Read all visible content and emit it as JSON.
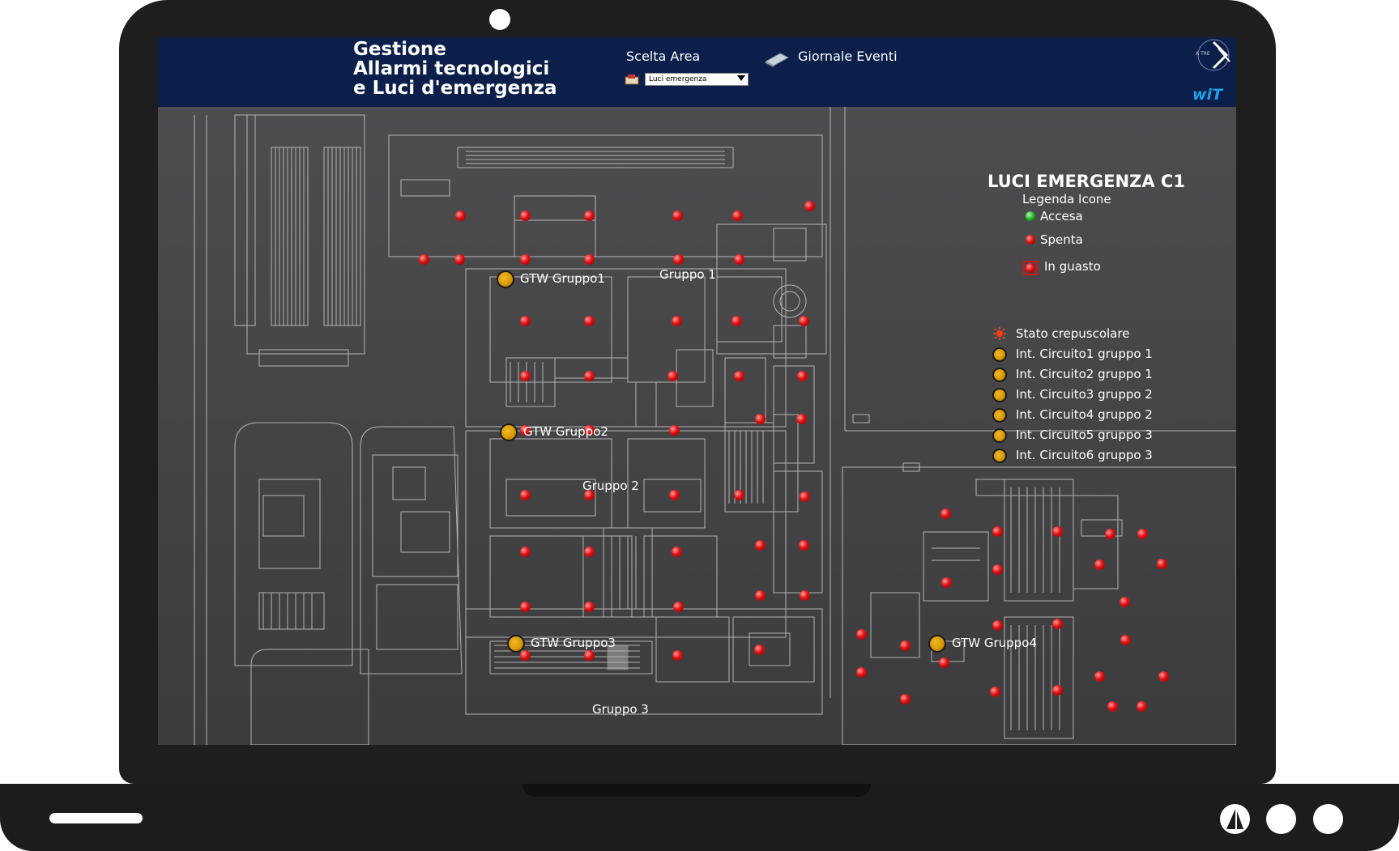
{
  "header": {
    "title_line1": "Gestione",
    "title_line2": "Allarmi tecnologici",
    "title_line3": "e  Luci d'emergenza",
    "area_label": "Scelta Area",
    "area_selected": "Luci emergenza",
    "journal_label": "Giornale Eventi",
    "logo_text": "wiT",
    "logo_small_text": "A TRE"
  },
  "legend": {
    "title": "LUCI EMERGENZA C1",
    "subtitle": "Legenda Icone",
    "accesa": "Accesa",
    "spenta": "Spenta",
    "guasto": "In guasto",
    "crepuscolare": "Stato crepuscolare",
    "circuits": [
      "Int. Circuito1 gruppo 1",
      "Int. Circuito2 gruppo 1",
      "Int. Circuito3 gruppo 2",
      "Int. Circuito4 gruppo 2",
      "Int. Circuito5 gruppo 3",
      "Int. Circuito6 gruppo 3"
    ]
  },
  "map": {
    "gtw": [
      "GTW Gruppo1",
      "GTW Gruppo2",
      "GTW Gruppo3",
      "GTW Gruppo4"
    ],
    "groups": [
      "Gruppo 1",
      "Gruppo 2",
      "Gruppo 3"
    ]
  },
  "colors": {
    "header_bg": "#0b1f4a",
    "map_bg": "#4a4a4c",
    "lamp_off": "#e01010",
    "lamp_on": "#22b522",
    "gtw": "#d99a00",
    "logo_blue": "#1aa3e8"
  }
}
